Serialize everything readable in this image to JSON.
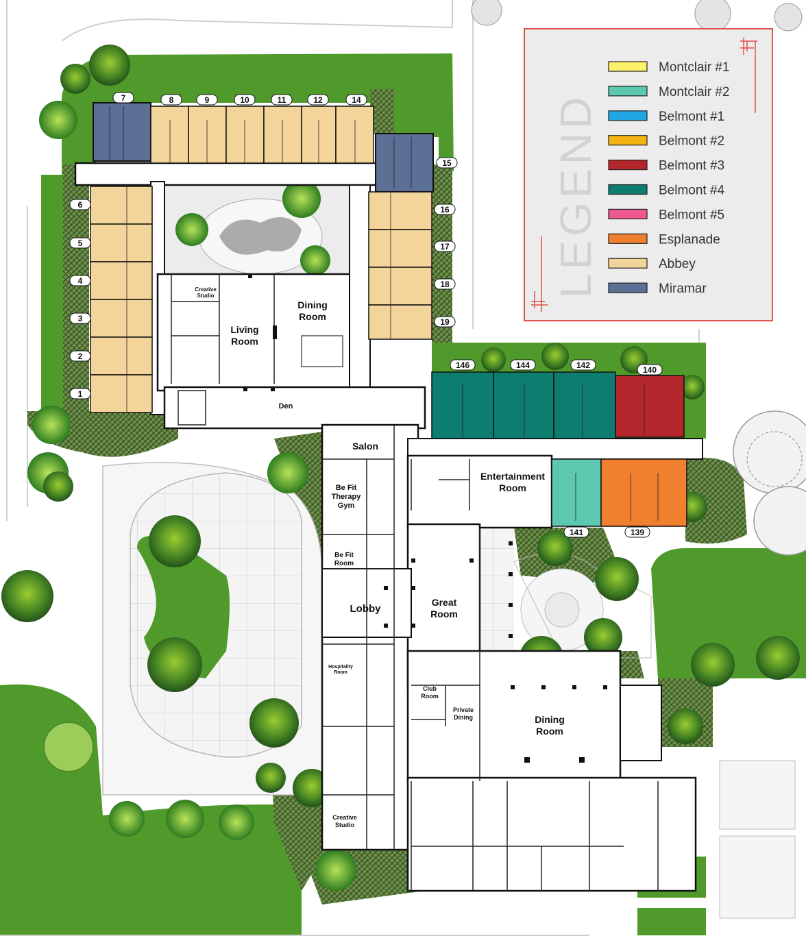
{
  "legend": {
    "watermark": "LEGEND",
    "items": [
      {
        "label": "Montclair #1",
        "color": "#FFF26B"
      },
      {
        "label": "Montclair #2",
        "color": "#5CC8B0"
      },
      {
        "label": "Belmont #1",
        "color": "#1EA7E1"
      },
      {
        "label": "Belmont #2",
        "color": "#F3B312"
      },
      {
        "label": "Belmont #3",
        "color": "#B3262B"
      },
      {
        "label": "Belmont #4",
        "color": "#0D7D70"
      },
      {
        "label": "Belmont #5",
        "color": "#EC5A8F"
      },
      {
        "label": "Esplanade",
        "color": "#F07F2F"
      },
      {
        "label": "Abbey",
        "color": "#F3D49B"
      },
      {
        "label": "Miramar",
        "color": "#5C6F94"
      }
    ]
  },
  "units": {
    "u7": "7",
    "u8": "8",
    "u9": "9",
    "u10": "10",
    "u11": "11",
    "u12": "12",
    "u14": "14",
    "u15": "15",
    "u16": "16",
    "u17": "17",
    "u18": "18",
    "u19": "19",
    "u6": "6",
    "u5": "5",
    "u4": "4",
    "u3": "3",
    "u2": "2",
    "u1": "1",
    "u146": "146",
    "u144": "144",
    "u142": "142",
    "u140": "140",
    "u141": "141",
    "u139": "139"
  },
  "rooms": {
    "creative_studio_top": [
      "Creative",
      "Studio"
    ],
    "living_room": [
      "Living",
      "Room"
    ],
    "dining_room_top": [
      "Dining",
      "Room"
    ],
    "den": "Den",
    "salon": "Salon",
    "be_fit_therapy_gym": [
      "Be Fit",
      "Therapy",
      "Gym"
    ],
    "be_fit_room": [
      "Be Fit",
      "Room"
    ],
    "entertainment_room": [
      "Entertainment",
      "Room"
    ],
    "lobby": "Lobby",
    "great_room": [
      "Great",
      "Room"
    ],
    "hospitality_room": [
      "Hospitality",
      "Room"
    ],
    "club_room": [
      "Club",
      "Room"
    ],
    "private_dining": [
      "Private",
      "Dining"
    ],
    "dining_room_main": [
      "Dining",
      "Room"
    ],
    "creative_studio_bottom": [
      "Creative",
      "Studio"
    ]
  }
}
